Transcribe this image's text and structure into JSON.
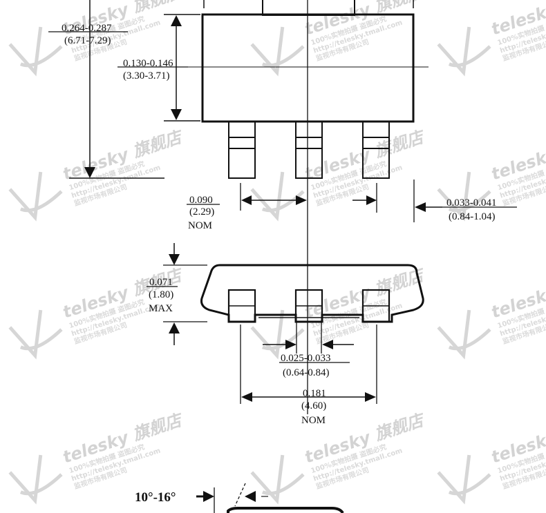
{
  "watermark": {
    "brand": "telesky",
    "suffix": "旗舰店",
    "line2": "100%实物拍摄 盗图必究",
    "line3": "http://telesky.tmall.com",
    "line4": "监视市场有限公司"
  },
  "dimensions": {
    "overall_height_in": "0.264-0.287",
    "overall_height_mm": "(6.71-7.29)",
    "body_width_in": "0.130-0.146",
    "body_width_mm": "(3.30-3.71)",
    "pitch_in": "0.090",
    "pitch_mm": "(2.29)",
    "pitch_note": "NOM",
    "tab_width_in": "0.033-0.041",
    "tab_width_mm": "(0.84-1.04)",
    "thickness_in": "0.071",
    "thickness_mm": "(1.80)",
    "thickness_note": "MAX",
    "lead_width_in": "0.025-0.033",
    "lead_width_mm": "(0.64-0.84)",
    "span_in": "0.181",
    "span_mm": "(4.60)",
    "span_note": "NOM",
    "angle": "10°-16°"
  }
}
